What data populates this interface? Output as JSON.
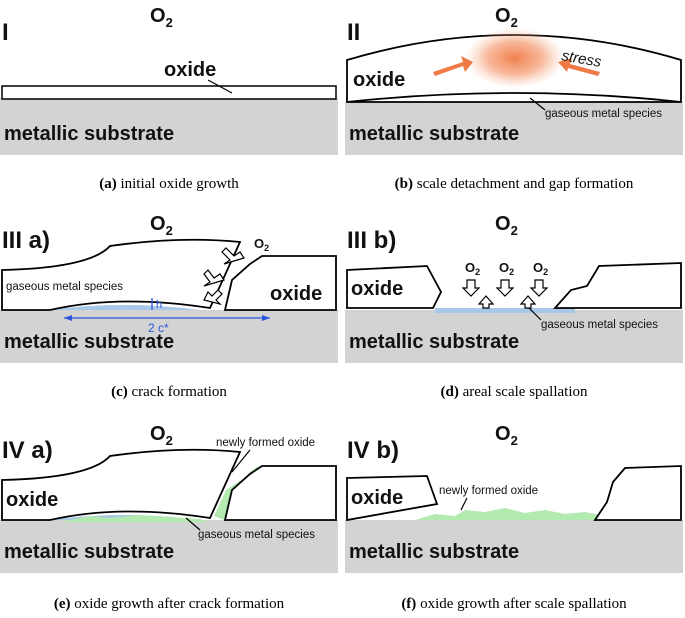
{
  "labels": {
    "o2": "O",
    "o2_sub": "2",
    "substrate": "metallic substrate",
    "oxide": "oxide",
    "gaseous": "gaseous metal species",
    "stress": "stress",
    "newly_formed": "newly formed oxide",
    "h": "h",
    "two_c": "2 c*"
  },
  "panels": {
    "a": {
      "num": "I",
      "cap_letter": "(a)",
      "cap_text": "initial oxide growth"
    },
    "b": {
      "num": "II",
      "cap_letter": "(b)",
      "cap_text": "scale detachment and gap formation"
    },
    "c": {
      "num": "III a)",
      "cap_letter": "(c)",
      "cap_text": "crack formation"
    },
    "d": {
      "num": "III b)",
      "cap_letter": "(d)",
      "cap_text": "areal scale spallation"
    },
    "e": {
      "num": "IV a)",
      "cap_letter": "(e)",
      "cap_text": "oxide growth after crack formation"
    },
    "f": {
      "num": "IV b)",
      "cap_letter": "(f)",
      "cap_text": "oxide growth after scale spallation"
    }
  },
  "colors": {
    "substrate": "#d3d3d3",
    "gas": "#a8c8e8",
    "new_oxide": "#b3eab0",
    "stress": "#f07a45",
    "dim": "#2a55dd"
  }
}
